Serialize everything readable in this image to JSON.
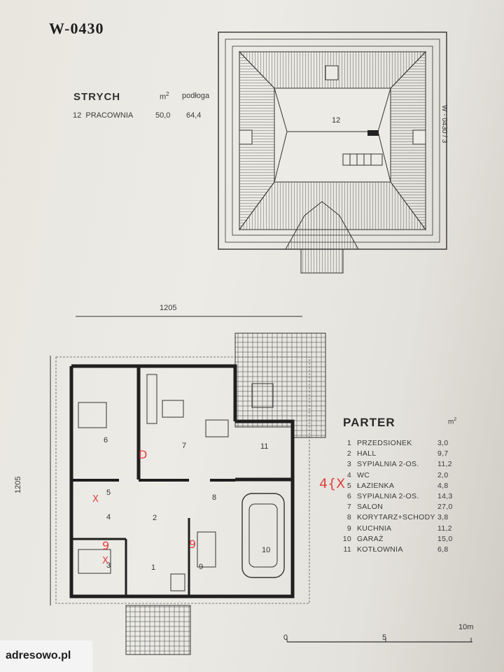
{
  "code": "W-0430",
  "side_code": "W - 0430 / 3",
  "strych": {
    "title": "STRYCH",
    "area_head": "m",
    "area_sup": "2",
    "floor_head": "podłoga",
    "room_no": "12",
    "room_name": "PRACOWNIA",
    "room_area": "50,0",
    "room_floor": "64,4"
  },
  "dimensions": {
    "top": "1205",
    "left": "1205"
  },
  "parter": {
    "title": "PARTER",
    "unit": "m",
    "unit_sup": "2",
    "rooms": [
      {
        "no": "1",
        "name": "PRZEDSIONEK",
        "area": "3,0"
      },
      {
        "no": "2",
        "name": "HALL",
        "area": "9,7"
      },
      {
        "no": "3",
        "name": "SYPIALNIA 2-OS.",
        "area": "11,2"
      },
      {
        "no": "4",
        "name": "WC",
        "area": "2,0"
      },
      {
        "no": "5",
        "name": "ŁAZIENKA",
        "area": "4,8"
      },
      {
        "no": "6",
        "name": "SYPIALNIA 2-OS.",
        "area": "14,3"
      },
      {
        "no": "7",
        "name": "SALON",
        "area": "27,0"
      },
      {
        "no": "8",
        "name": "KORYTARZ+SCHODY",
        "area": "3,8"
      },
      {
        "no": "9",
        "name": "KUCHNIA",
        "area": "11,2"
      },
      {
        "no": "10",
        "name": "GARAŻ",
        "area": "15,0"
      },
      {
        "no": "11",
        "name": "KOTŁOWNIA",
        "area": "6,8"
      }
    ]
  },
  "plan_labels": {
    "attic_room": "12",
    "r1": "1",
    "r2": "2",
    "r3": "3",
    "r6": "6",
    "r7": "7",
    "r8": "8",
    "r9": "9",
    "r10": "10",
    "r11": "11",
    "r4": "4",
    "r5": "5"
  },
  "scale": {
    "s0": "0",
    "s5": "5",
    "s10": "10m"
  },
  "handwriting": {
    "bracket": "4{X",
    "nine_a": "9",
    "nine_b": "9",
    "x_a": "X",
    "x_b": "X",
    "d": "D"
  },
  "brand": "adresowo.pl",
  "colors": {
    "ink": "#3a3a3a",
    "wall": "#1f1f1f",
    "marker": "#e04040",
    "paper": "#ebe9e3"
  }
}
